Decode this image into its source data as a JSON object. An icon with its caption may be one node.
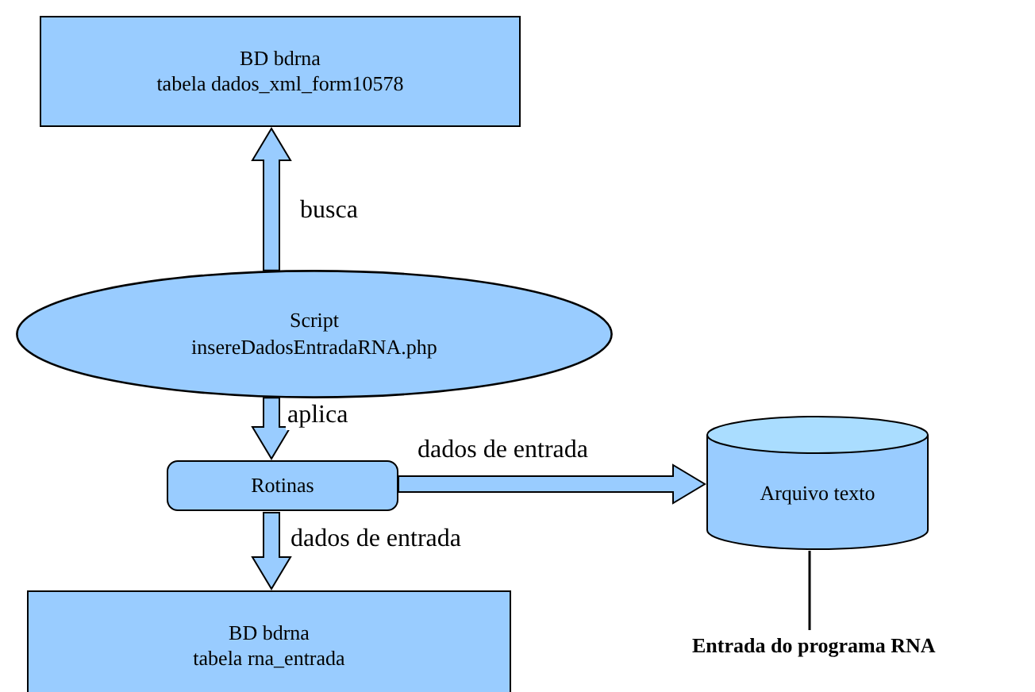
{
  "diagram": {
    "nodes": [
      {
        "text": [
          "BD bdrna",
          "tabela dados_xml_form10578"
        ]
      },
      {
        "text": [
          "Script",
          "insereDadosEntradaRNA.php"
        ]
      },
      {
        "text": [
          "Rotinas"
        ]
      },
      {
        "text": [
          "Arquivo texto"
        ]
      },
      {
        "text": [
          "BD bdrna",
          "tabela rna_entrada"
        ]
      },
      {
        "text": [
          "Entrada do programa RNA"
        ]
      }
    ],
    "edges": [
      {
        "from": 1,
        "to": 0,
        "arrow": "to",
        "label": "busca"
      },
      {
        "from": 1,
        "to": 2,
        "arrow": "to",
        "label": "aplica"
      },
      {
        "from": 2,
        "to": 3,
        "arrow": "to",
        "label": "dados de entrada"
      },
      {
        "from": 2,
        "to": 4,
        "arrow": "to",
        "label": "dados de entrada"
      },
      {
        "from": 3,
        "to": 5,
        "arrow": "none"
      }
    ]
  }
}
